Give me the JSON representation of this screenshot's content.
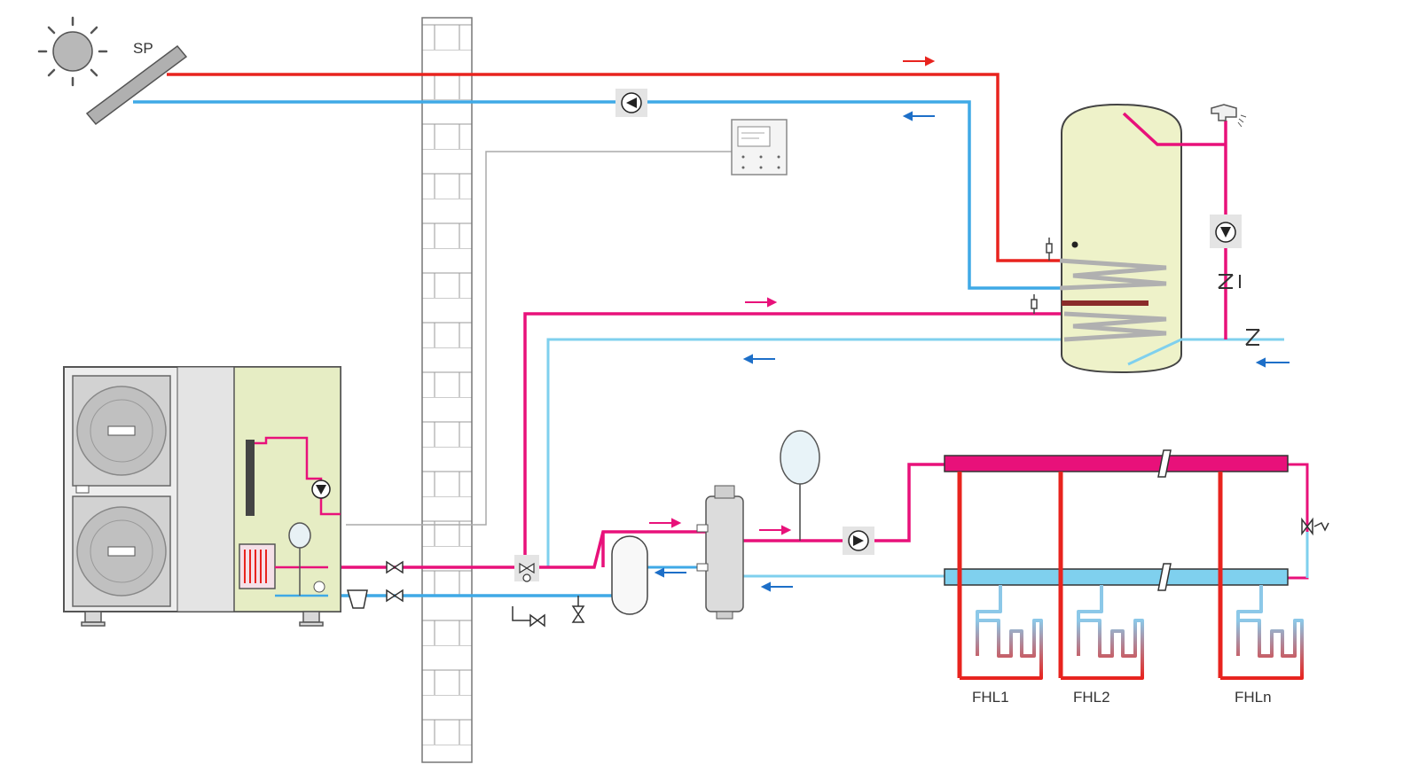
{
  "labels": {
    "solar_panel": "SP",
    "floor_loop_1": "FHL1",
    "floor_loop_2": "FHL2",
    "floor_loop_n": "FHLn"
  },
  "colors": {
    "solar_flow": "#e8231e",
    "solar_return": "#3fa9e6",
    "heating_flow": "#e8117a",
    "heating_return": "#7fd0ee",
    "floor_loop_hot": "#e8231e",
    "unit_panel": "#e6edc4",
    "tank": "#eef2c9",
    "arrow_return": "#1d6fc8"
  },
  "icons": [
    "sun-icon",
    "solar-panel-icon",
    "circulation-pump-icon",
    "wall-controller-icon",
    "valve-icon",
    "three-way-valve-icon",
    "expansion-vessel-icon",
    "tap-icon",
    "check-valve-icon",
    "hydraulic-separator-icon",
    "manifold-icon"
  ]
}
